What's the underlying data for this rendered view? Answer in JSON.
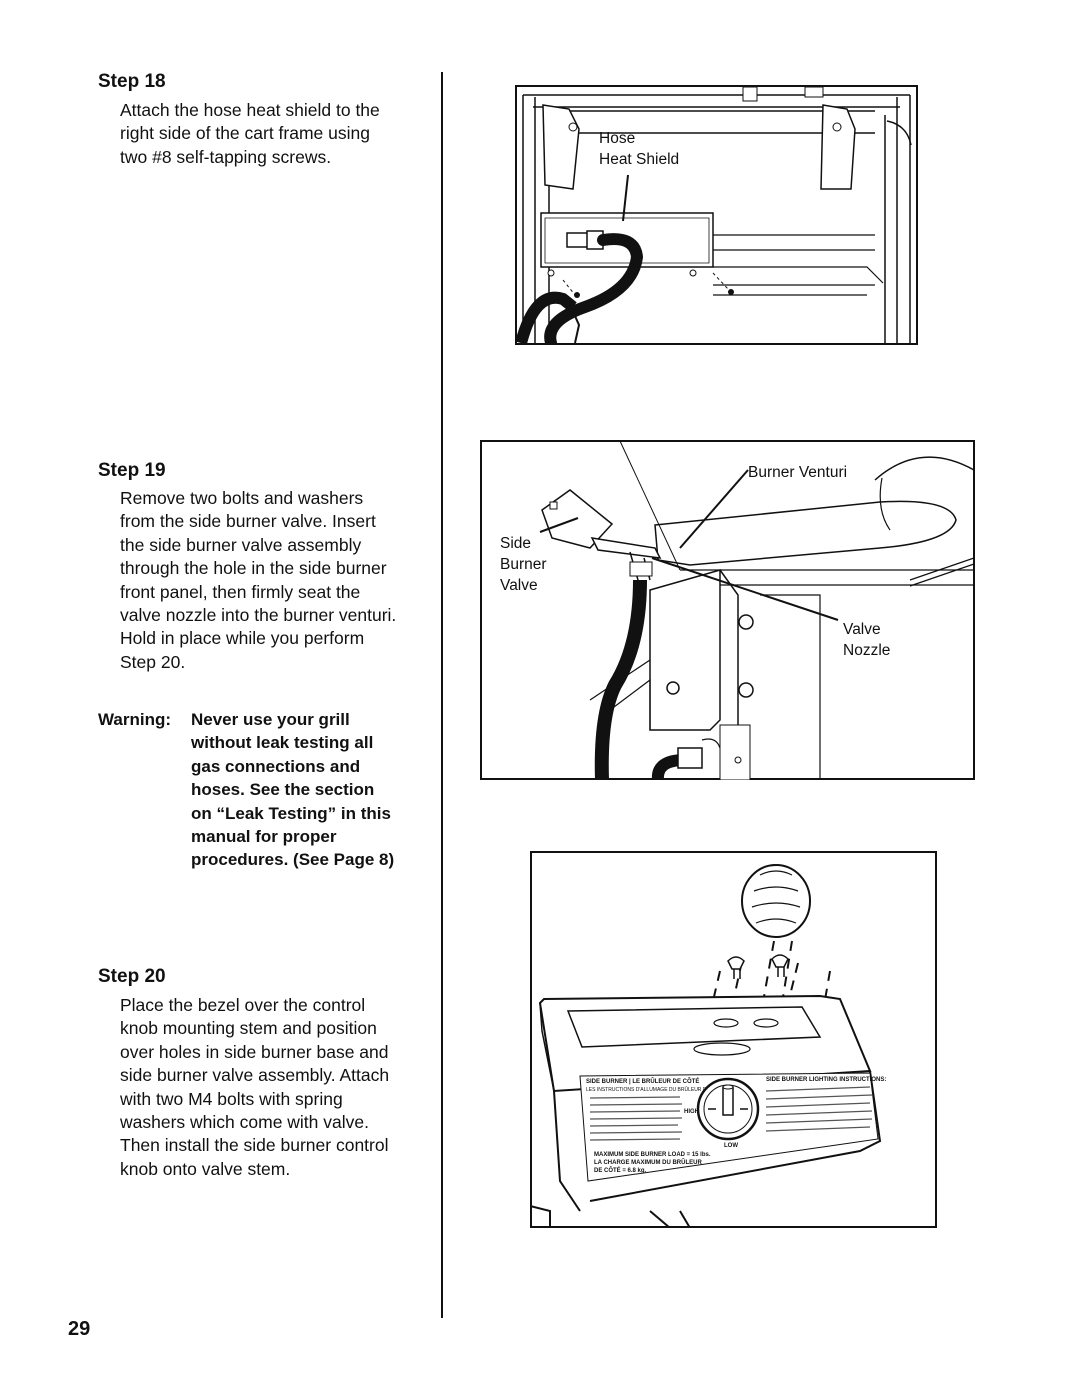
{
  "page_number": "29",
  "steps": [
    {
      "title": "Step 18",
      "body": "Attach the hose heat shield to the\nright side of the cart frame using\ntwo #8 self-tapping screws."
    },
    {
      "title": "Step 19",
      "body": "Remove two bolts and washers\nfrom the side burner valve. Insert\nthe side burner valve assembly\nthrough the hole in the side burner\nfront panel, then firmly seat the\nvalve nozzle into the burner venturi.\nHold in place while you perform\nStep 20."
    },
    {
      "title": "Step 20",
      "body": "Place the bezel over the control\nknob mounting stem and position\nover holes in side burner base and\nside burner valve assembly. Attach\nwith two M4 bolts with spring\nwashers which come with valve.\nThen install the side burner control\nknob onto valve stem."
    }
  ],
  "warning": {
    "label": "Warning:",
    "text": "Never use your grill\nwithout leak testing all\ngas connections and\nhoses. See the section\non “Leak Testing” in this\nmanual for proper\nprocedures. (See Page 8)"
  },
  "figures": {
    "fig18": {
      "callout_line1": "Hose",
      "callout_line2": "Heat Shield"
    },
    "fig19": {
      "burner_venturi": "Burner Venturi",
      "side_1": "Side",
      "side_2": "Burner",
      "side_3": "Valve",
      "nozzle_1": "Valve",
      "nozzle_2": "Nozzle"
    },
    "fig20": {
      "panel_left_title": "SIDE BURNER | LE BRÛLEUR DE CÔTÉ",
      "panel_left_sub": "LES INSTRUCTIONS D'ALLUMAGE DU BRÛLEUR DE CÔTÉ:",
      "panel_right_title": "SIDE BURNER LIGHTING INSTRUCTIONS:",
      "high": "HIGH",
      "low": "LOW",
      "max_load_1": "MAXIMUM SIDE BURNER LOAD = 15 lbs.",
      "max_load_2": "LA CHARGE MAXIMUM DU BRÛLEUR",
      "max_load_3": "DE CÔTÉ = 6.8 kg."
    }
  }
}
